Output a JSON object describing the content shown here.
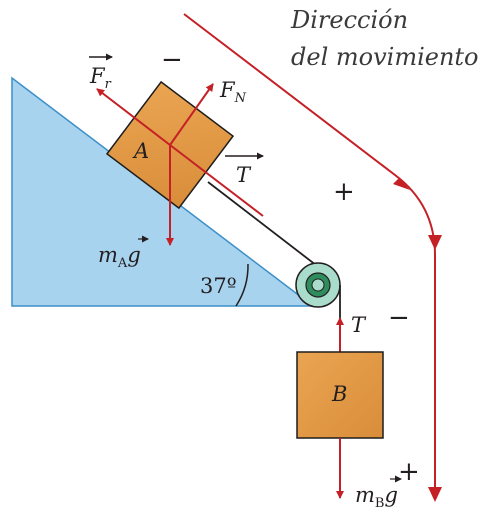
{
  "direction_label": {
    "line1": "Dirección",
    "line2": "del movimiento"
  },
  "labels": {
    "block_a": "A",
    "block_b": "B",
    "angle": "37º",
    "friction": {
      "main": "F",
      "sub": "r"
    },
    "normal": {
      "main": "F",
      "sub": "N"
    },
    "tension_a": "T",
    "tension_b": "T",
    "weight_a": {
      "m": "m",
      "sub": "A",
      "g": "g"
    },
    "weight_b": {
      "m": "m",
      "sub": "B",
      "g": "g"
    }
  },
  "signs": {
    "top_minus": "−",
    "mid_plus": "+",
    "right_minus": "−",
    "bottom_plus": "+"
  },
  "colors": {
    "incline_fill": "#a7d3ef",
    "incline_stroke": "#3c8fc8",
    "block_fill": "#e39b45",
    "block_stroke": "#1d1d1d",
    "vector": "#c42026",
    "pulley_outer": "#a9dccb",
    "pulley_inner": "#2f8c5c"
  }
}
